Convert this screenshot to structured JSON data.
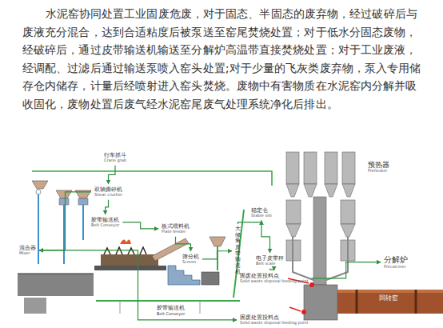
{
  "diagram": {
    "nodes": [
      {
        "text": [
          "行车抓斗",
          "Crane grab"
        ]
      },
      {
        "text": [
          "双轴撕碎机",
          "Shear crusher"
        ]
      },
      {
        "text": [
          "胶带输送机",
          "Belt Conveyor"
        ]
      },
      {
        "text": [
          "混合器",
          "Mixer"
        ]
      },
      {
        "text": [
          "板式喂料机",
          "Plate feeder"
        ]
      },
      {
        "text": [
          "筛分机",
          "Screen"
        ]
      },
      {
        "text": [
          "大倾角皮带输送机"
        ]
      },
      {
        "text": [
          "稳定仓",
          "Stable silo"
        ]
      },
      {
        "text": [
          "电子皮带秤",
          "Belt scale"
        ]
      },
      {
        "text": [
          "固废处置投料点",
          "Solid waste disposal feeding point"
        ]
      },
      {
        "text": [
          "预热器",
          "Preheater"
        ]
      },
      {
        "text": [
          "分解炉",
          "Precalciner"
        ]
      },
      {
        "text": [
          "固废处置投料点",
          "Solid waste disposal feeding point"
        ]
      }
    ],
    "edges": [
      {
        "from": 0,
        "to": 1,
        "arrow": "to"
      },
      {
        "from": 1,
        "to": 3,
        "arrow": "to"
      },
      {
        "from": 1,
        "to": 2,
        "arrow": "to"
      },
      {
        "from": 2,
        "to": 4,
        "arrow": "to"
      },
      {
        "from": 4,
        "to": 5,
        "arrow": "to"
      },
      {
        "from": 5,
        "to": 6,
        "arrow": "to"
      },
      {
        "from": 6,
        "to": 7,
        "arrow": "to"
      },
      {
        "from": 7,
        "to": 8,
        "arrow": "to"
      },
      {
        "from": 8,
        "to": 9,
        "arrow": "to"
      },
      {
        "from": 9,
        "to": 11,
        "arrow": "to"
      },
      {
        "from": 3,
        "to": 12,
        "arrow": "to"
      }
    ],
    "labels": [
      "水泥窑协同处置工业固废危废，对于固态、半固态的废弃物，经过破碎后与废液充分混合，达到合适粘度后被泵送至窑尾焚烧处置；对于低水分固态废物，经破碎后，通过皮带输送机输送至分解炉高温带直接焚烧处置；对于工业废液，经调配、过滤后通过输送泵喷入窑头处置;对于少量的飞灰类废弃物，泵入专用储存仓内储存，计量后经喷射进入窑头焚烧。废物中有害物质在水泥窑内分解并吸收固化，废物处置后废气经水泥窑尾废气处理系统净化后排出。",
      "胶带输送机",
      "Belt Conveyor",
      "回转窑"
    ]
  }
}
